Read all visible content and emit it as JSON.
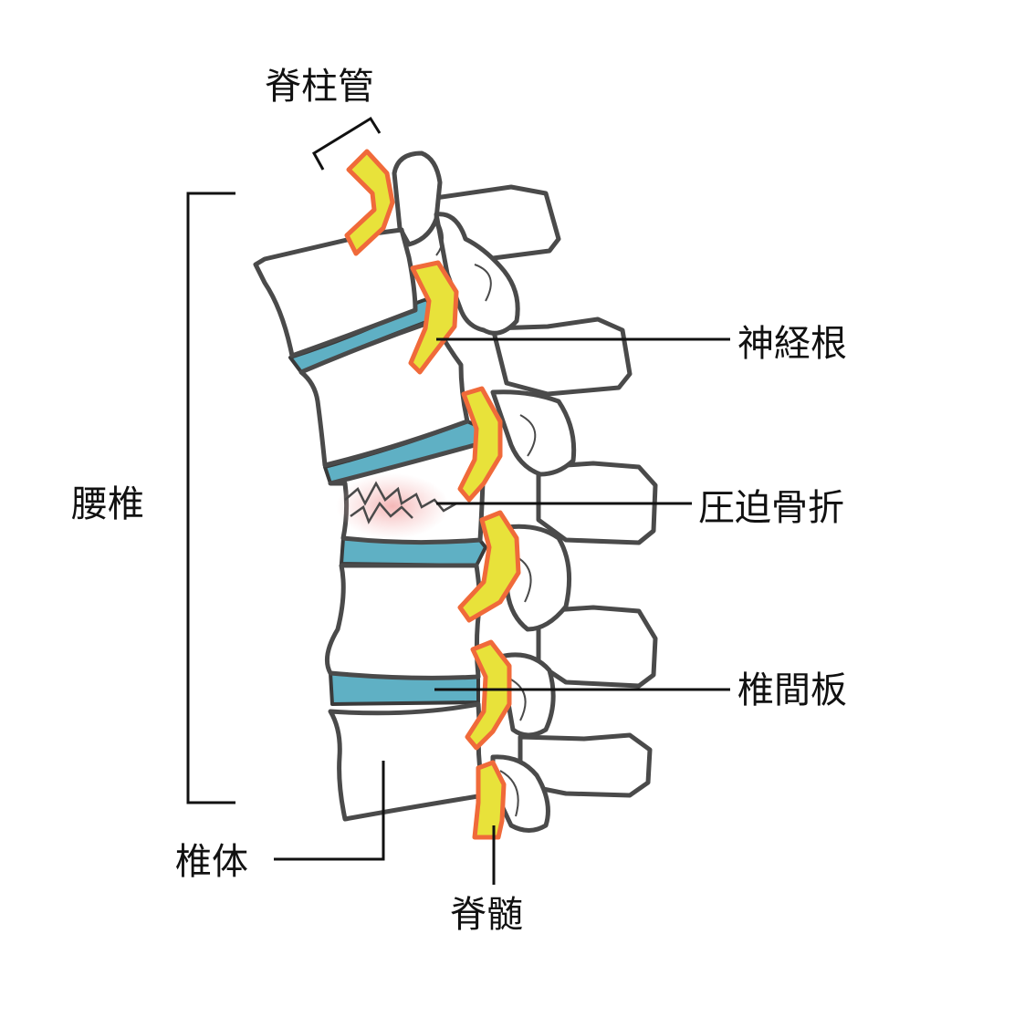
{
  "labels": {
    "spinal_canal": "脊柱管",
    "lumbar_spine": "腰椎",
    "nerve_root": "神経根",
    "compression_fracture": "圧迫骨折",
    "intervertebral_disc": "椎間板",
    "vertebral_body": "椎体",
    "spinal_cord": "脊髄"
  },
  "colors": {
    "bone_fill": "#ffffff",
    "outline": "#4a4a4a",
    "disc": "#5fb0c4",
    "nerve_fill": "#e8e23a",
    "nerve_outline": "#f06a3a",
    "fracture_glow": "#f7c6c6",
    "leader": "#111111"
  }
}
